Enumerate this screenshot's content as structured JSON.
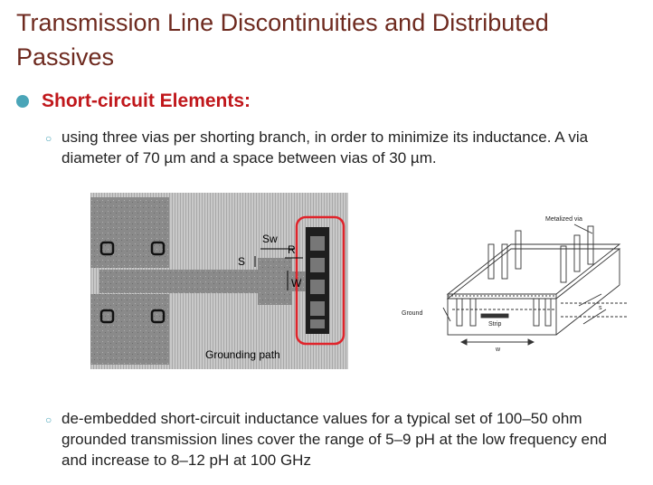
{
  "slide": {
    "title": "Transmission Line Discontinuities and Distributed Passives",
    "section_label": "Short-circuit Elements:",
    "bullets": [
      "using three vias per shorting branch, in order to minimize its inductance. A via diameter of 70 µm and a space between vias of 30 µm.",
      "de-embedded short-circuit inductance values for a typical set of 100–50 ohm grounded transmission lines cover the range of 5–9 pH at the low frequency end and increase to 8–12 pH at 100 GHz"
    ]
  },
  "photo": {
    "labels": {
      "sw": "Sw",
      "s": "S",
      "r": "R",
      "w": "W",
      "grounding": "Grounding path"
    }
  },
  "diagram": {
    "labels": {
      "metalized_via": "Metalized via",
      "ground": "Ground",
      "strip": "Strip",
      "w": "w",
      "s": "s"
    }
  },
  "colors": {
    "title": "#6e2a1f",
    "accent": "#c0171b",
    "bullet": "#4aa5b8"
  }
}
